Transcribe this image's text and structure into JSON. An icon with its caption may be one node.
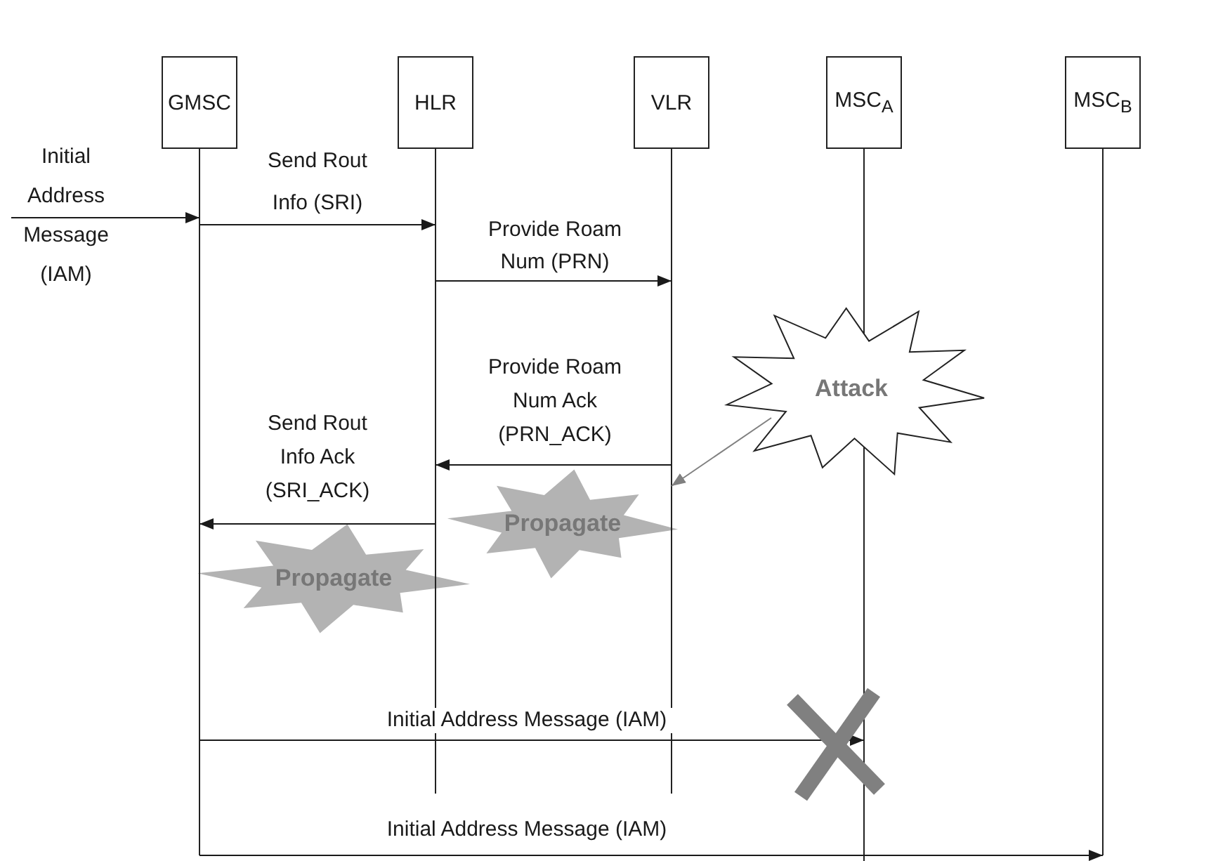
{
  "diagram": {
    "nodes": [
      {
        "text": [
          "GMSC"
        ]
      },
      {
        "text": [
          "HLR"
        ]
      },
      {
        "text": [
          "VLR"
        ]
      },
      {
        "text": [
          "MSC$_{A}$"
        ]
      },
      {
        "text": [
          "MSC$_{B}$"
        ]
      },
      {
        "text": [
          "Attack"
        ]
      },
      {
        "text": [
          "Propagate"
        ]
      },
      {
        "text": [
          "Propagate"
        ]
      }
    ],
    "edges": [
      {
        "from": null,
        "to": 0,
        "arrow": "to",
        "label": "Initial Address Message (IAM)"
      },
      {
        "from": 0,
        "to": 1,
        "arrow": "to",
        "label": "Send Rout Info (SRI)"
      },
      {
        "from": 1,
        "to": 2,
        "arrow": "to",
        "label": "Provide Roam Num (PRN)"
      },
      {
        "from": 2,
        "to": 1,
        "arrow": "to",
        "label": "Provide Roam Num Ack (PRN_ACK)"
      },
      {
        "from": 1,
        "to": 0,
        "arrow": "to",
        "label": "Send Rout Info Ack (SRI_ACK)"
      },
      {
        "from": 5,
        "to": 2,
        "arrow": "to",
        "color": "#808080"
      },
      {
        "from": 0,
        "to": 3,
        "arrow": "to",
        "label": "Initial Address Message (IAM)"
      },
      {
        "from": 0,
        "to": 4,
        "arrow": "to",
        "label": "Initial Address Message (IAM)"
      }
    ]
  }
}
